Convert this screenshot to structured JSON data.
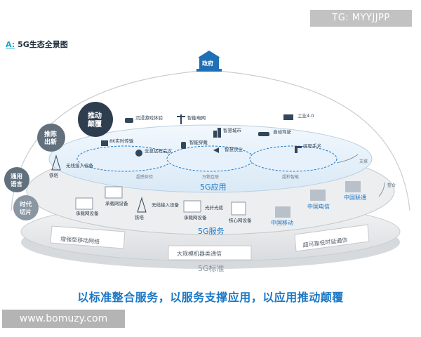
{
  "watermark_top": "TG: MYYJJPP",
  "title": {
    "prefix": "A:",
    "text": "5G生态全景图"
  },
  "top_node": "政府",
  "left_bubbles": [
    {
      "line1": "推动",
      "line2": "颠覆"
    },
    {
      "line1": "推陈",
      "line2": "出新"
    },
    {
      "line1": "通用",
      "line2": "语言"
    },
    {
      "line1": "时代",
      "line2": "切片"
    }
  ],
  "app_layer": {
    "label": "5G应用",
    "groups": [
      "超感体验",
      "万物互联",
      "超秒智能"
    ],
    "items": {
      "vr": "沉浸游戏体验",
      "hd": "8K实时传输",
      "meeting": "全息远程会议",
      "grid": "智能电网",
      "wear": "智能穿戴",
      "city": "智慧城市",
      "agri": "智慧农业",
      "industry": "工业4.0",
      "drive": "自动驾驶",
      "surgery": "远程手术"
    }
  },
  "service_layer": {
    "label": "5G服务",
    "items": {
      "tower": "铁塔",
      "wireless": "无线接入设备",
      "carrier1": "承载网设备",
      "carrier2": "承载网设备",
      "tower2": "铁塔",
      "wireless2": "无线接入设备",
      "carrier3": "承载网设备",
      "fiber": "光纤光缆",
      "core": "核心网设备"
    },
    "operators": [
      "中国电信",
      "中国联通",
      "中国移动"
    ]
  },
  "standard_layer": {
    "label": "5G标准",
    "items": [
      "增强型移动网络",
      "大规模机器类通信",
      "超可靠低时延通信"
    ]
  },
  "flow_labels": {
    "support": "支撑",
    "integrate": "整合"
  },
  "slogan": "以标准整合服务，以服务支撑应用，以应用推动颠覆",
  "watermark_bottom": "www.bomuzy.com",
  "colors": {
    "accent": "#1b78c6",
    "bubble_dark": "#2f3e4f",
    "bubble_mid": "#62707e"
  }
}
